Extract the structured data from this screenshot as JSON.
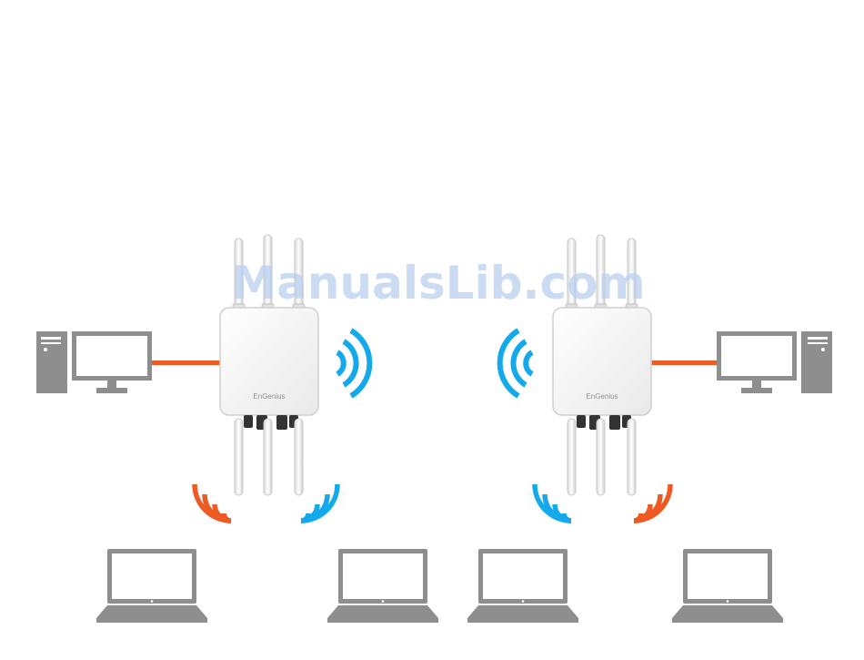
{
  "watermark": "ManualsLib.com",
  "access_points": [
    {
      "brand": "EnGenius"
    },
    {
      "brand": "EnGenius"
    }
  ],
  "colors": {
    "wired_link": "#ee5a24",
    "signal_blue": "#14a9ea",
    "signal_orange": "#ee5a24",
    "device_gray": "#8e8e8e",
    "ap_body": "#f5f5f5"
  }
}
